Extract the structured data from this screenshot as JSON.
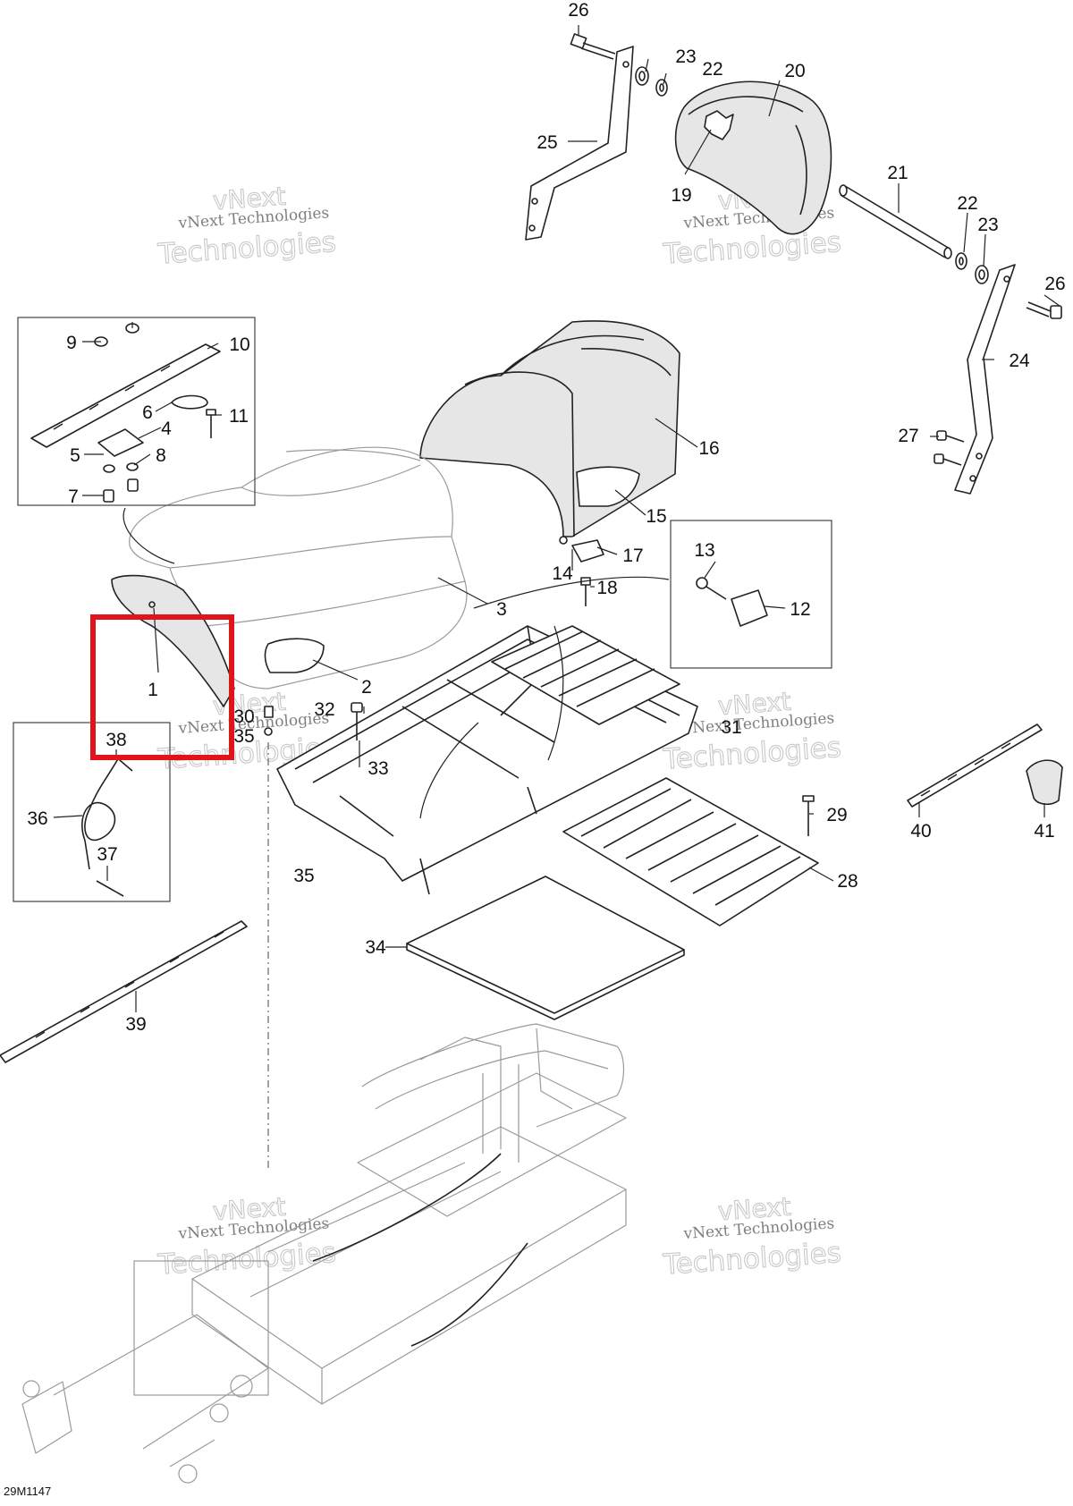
{
  "diagram": {
    "figure_code": "29M1147",
    "watermark": {
      "line1": "vNext Technologies",
      "line2": "vNext",
      "line3": "Technologies"
    },
    "highlight_color": "#e1141b",
    "callouts": [
      "1",
      "2",
      "3",
      "4",
      "5",
      "6",
      "7",
      "8",
      "9",
      "10",
      "11",
      "12",
      "13",
      "14",
      "15",
      "16",
      "17",
      "18",
      "19",
      "20",
      "21",
      "22",
      "22",
      "23",
      "23",
      "24",
      "25",
      "26",
      "26",
      "27",
      "28",
      "29",
      "30",
      "31",
      "32",
      "33",
      "34",
      "35",
      "35",
      "36",
      "37",
      "38",
      "39",
      "40",
      "41"
    ]
  }
}
